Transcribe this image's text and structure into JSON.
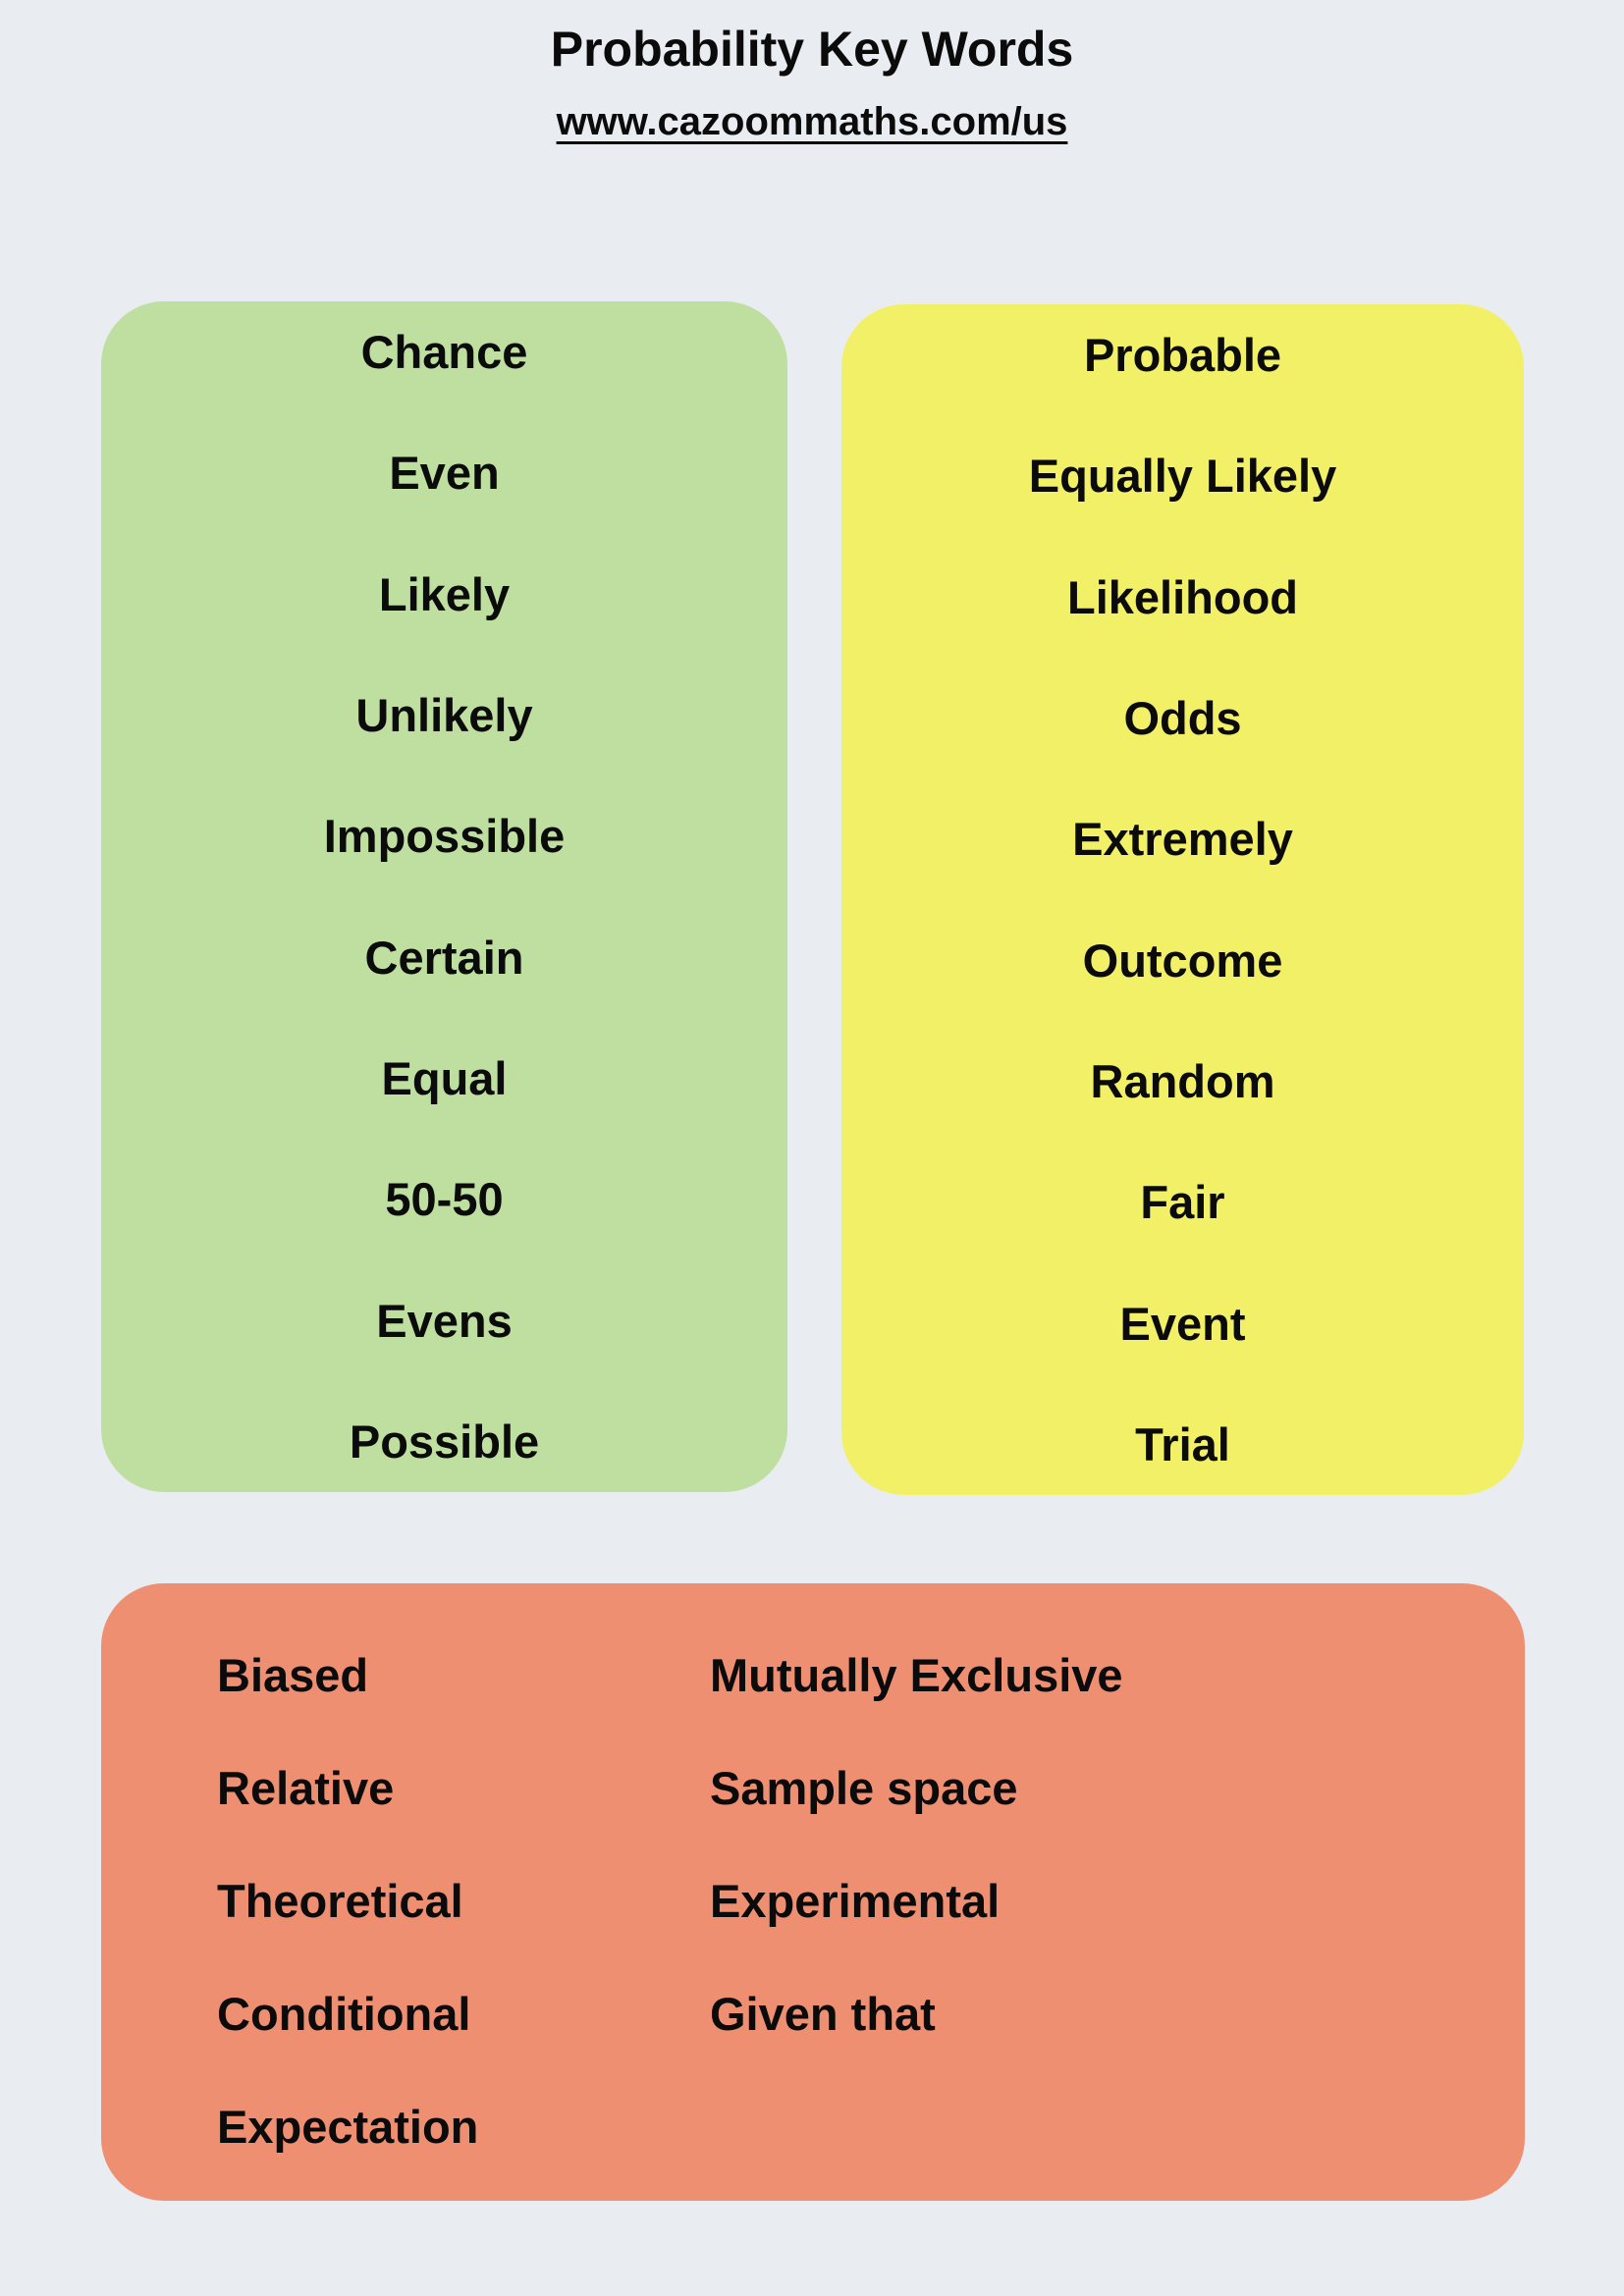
{
  "header": {
    "title": "Probability Key Words",
    "url": "www.cazoommaths.com/us"
  },
  "colors": {
    "background": "#e9ecf1",
    "green_card": "#bfdfa0",
    "yellow_card": "#f2f067",
    "orange_card": "#ee8f72",
    "text": "#0b0b0b"
  },
  "cards": [
    {
      "id": "green-card",
      "color": "#bfdfa0",
      "words": [
        "Chance",
        "Even",
        "Likely",
        "Unlikely",
        "Impossible",
        "Certain",
        "Equal",
        "50-50",
        "Evens",
        "Possible"
      ]
    },
    {
      "id": "yellow-card",
      "color": "#f2f067",
      "words": [
        "Probable",
        "Equally Likely",
        "Likelihood",
        "Odds",
        "Extremely",
        "Outcome",
        "Random",
        "Fair",
        "Event",
        "Trial"
      ]
    },
    {
      "id": "orange-card",
      "color": "#ee8f72",
      "left_column": [
        "Biased",
        "Relative",
        "Theoretical",
        "Conditional",
        "Expectation"
      ],
      "right_column": [
        "Mutually Exclusive",
        "Sample space",
        "Experimental",
        "Given that"
      ]
    }
  ]
}
